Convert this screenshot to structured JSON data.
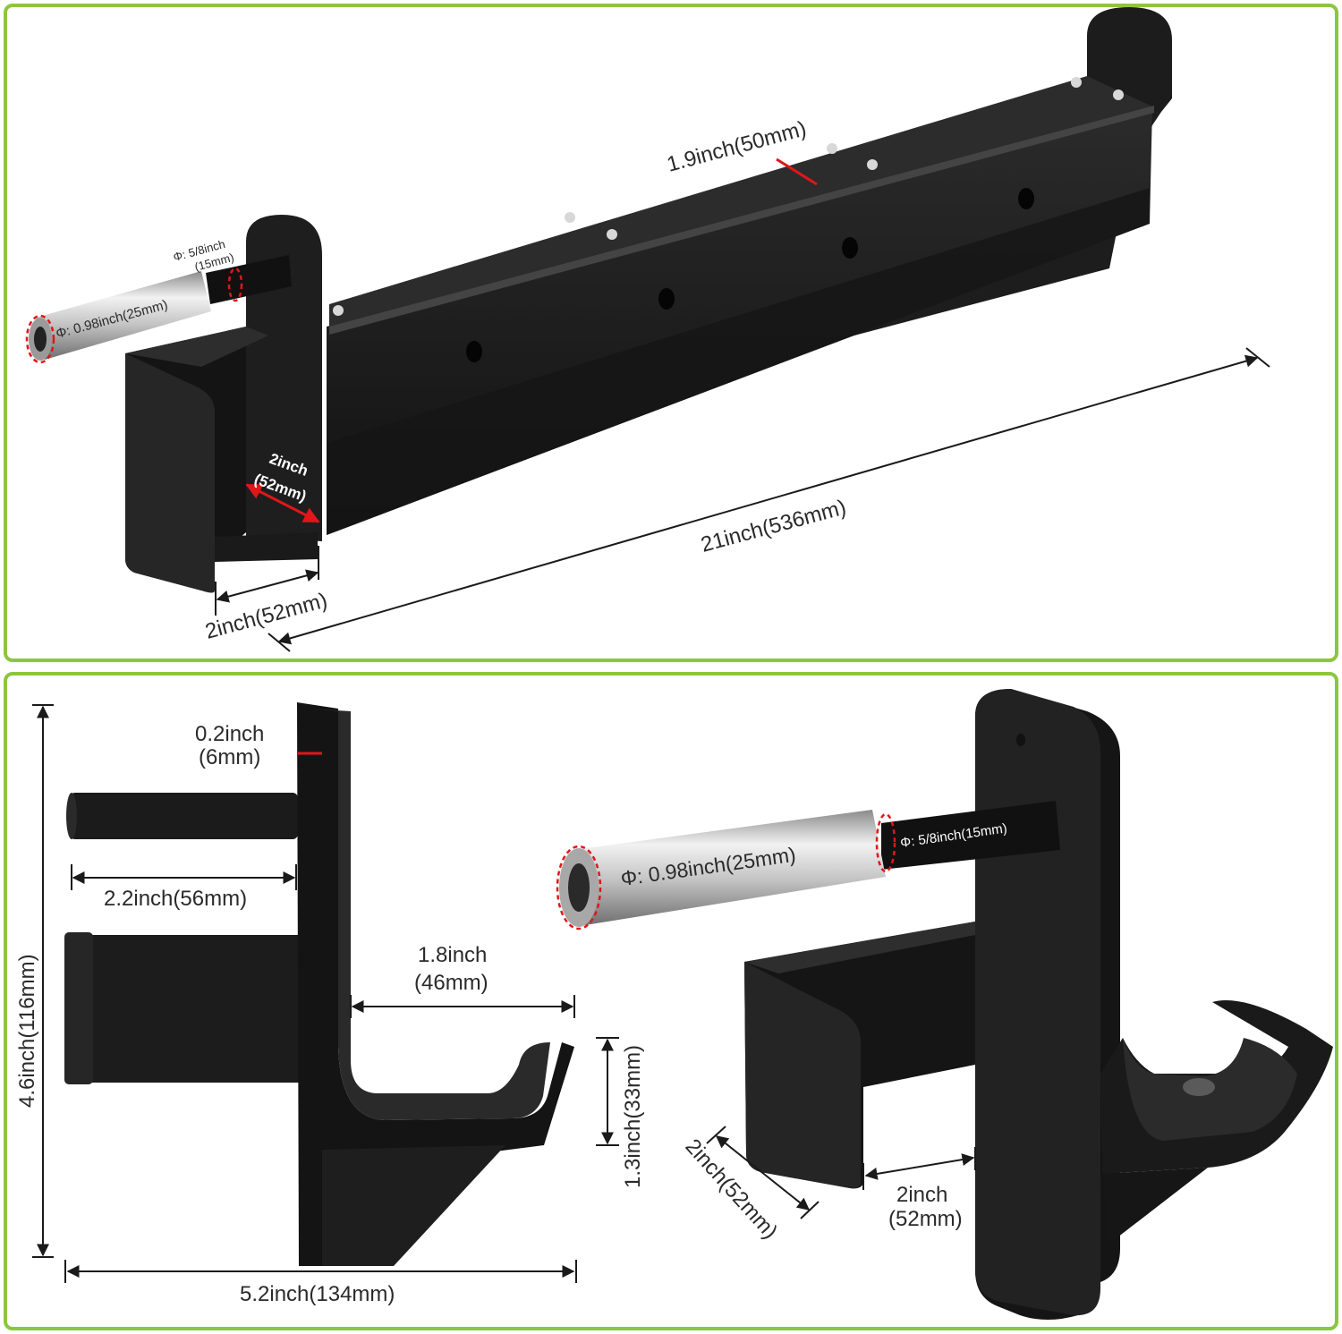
{
  "colors": {
    "border": "#8cc63f",
    "steel": "#151515",
    "steel_face": "#202020",
    "chrome": "#c8c8c8",
    "dimension_red": "#e0161a"
  },
  "top_panel": {
    "top_width": "1.9inch(50mm)",
    "pin_outer": "Φ: 0.98inch(25mm)",
    "pin_inner_line1": "Φ: 5/8inch",
    "pin_inner_line2": "(15mm)",
    "slot_line1": "2inch",
    "slot_line2": "(52mm)",
    "front_width": "2inch(52mm)",
    "length": "21inch(536mm)"
  },
  "bottom_left": {
    "plate_thickness_line1": "0.2inch",
    "plate_thickness_line2": "(6mm)",
    "pin_length": "2.2inch(56mm)",
    "hook_depth_line1": "1.8inch",
    "hook_depth_line2": "(46mm)",
    "hook_height": "1.3inch(33mm)",
    "total_height": "4.6inch(116mm)",
    "total_width": "5.2inch(134mm)"
  },
  "bottom_right": {
    "pin_outer": "Φ: 0.98inch(25mm)",
    "pin_inner": "Φ: 5/8inch(15mm)",
    "depth": "2inch(52mm)",
    "gap_line1": "2inch",
    "gap_line2": "(52mm)"
  }
}
